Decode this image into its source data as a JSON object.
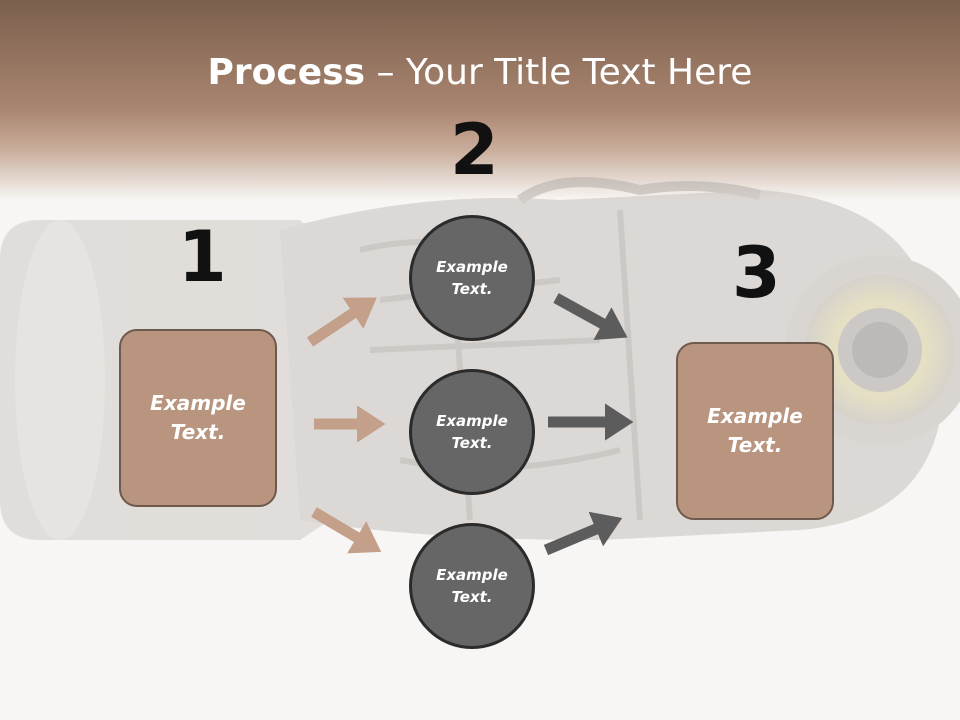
{
  "title": {
    "bold": "Process",
    "rest": " – Your Title Text Here"
  },
  "steps": [
    {
      "number": "1",
      "text": "Example Text."
    },
    {
      "number": "2",
      "text": ""
    },
    {
      "number": "3",
      "text": "Example Text."
    }
  ],
  "circles": [
    {
      "text": "Example Text."
    },
    {
      "text": "Example Text."
    },
    {
      "text": "Example Text."
    }
  ],
  "colors": {
    "header_band": "#a0806c",
    "box_fill": "#b99580",
    "circle_fill": "#666666",
    "left_arrow": "#c4a08a",
    "right_arrow": "#5c5c5c"
  }
}
